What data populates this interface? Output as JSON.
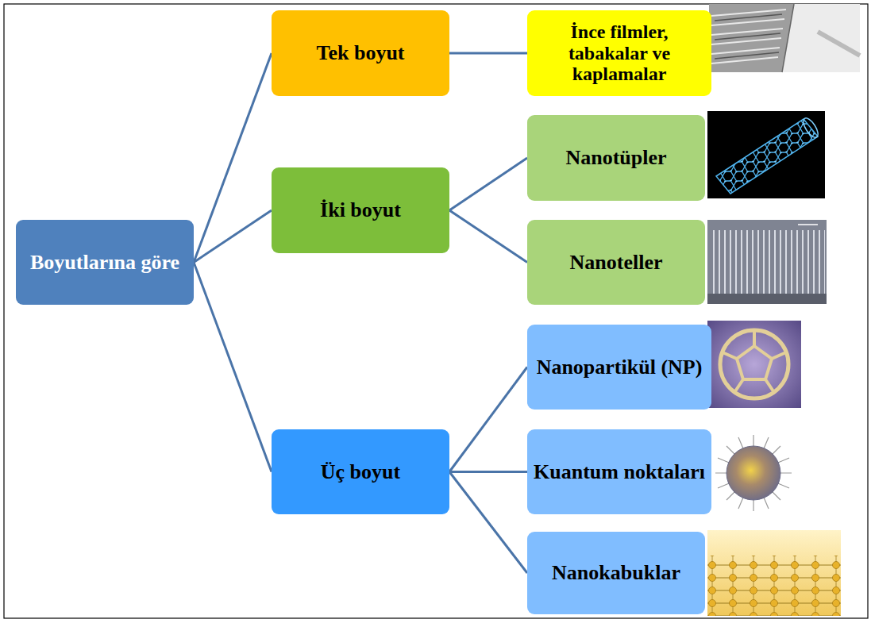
{
  "diagram": {
    "nodes": [
      {
        "text": [
          "Boyutlarına göre"
        ]
      },
      {
        "text": [
          "Tek boyut"
        ]
      },
      {
        "text": [
          "İnce filmler, tabakalar ve kaplamalar"
        ]
      },
      {
        "text": [
          "İki boyut"
        ]
      },
      {
        "text": [
          "Nanotüpler"
        ]
      },
      {
        "text": [
          "Nanoteller"
        ]
      },
      {
        "text": [
          "Üç boyut"
        ]
      },
      {
        "text": [
          "Nanopartikül (NP)"
        ]
      },
      {
        "text": [
          "Kuantum noktaları"
        ]
      },
      {
        "text": [
          "Nanokabuklar"
        ]
      }
    ],
    "edges": [
      {
        "from": 0,
        "to": 1,
        "arrow": "none"
      },
      {
        "from": 0,
        "to": 3,
        "arrow": "none"
      },
      {
        "from": 0,
        "to": 6,
        "arrow": "none"
      },
      {
        "from": 1,
        "to": 2,
        "arrow": "none"
      },
      {
        "from": 3,
        "to": 4,
        "arrow": "none"
      },
      {
        "from": 3,
        "to": 5,
        "arrow": "none"
      },
      {
        "from": 6,
        "to": 7,
        "arrow": "none"
      },
      {
        "from": 6,
        "to": 8,
        "arrow": "none"
      },
      {
        "from": 6,
        "to": 9,
        "arrow": "none"
      }
    ]
  }
}
